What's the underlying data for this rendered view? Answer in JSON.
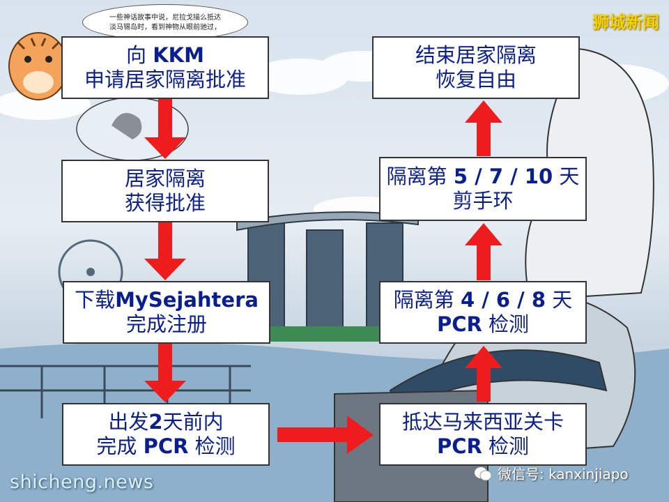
{
  "brand_watermark": "狮城新闻",
  "site_watermark": "shicheng.news",
  "wechat": {
    "label": "微信号: kanxinjiapo",
    "icon": "wechat-icon"
  },
  "speech_bubble": {
    "line1": "一些神话故事中说，尼拉戈描么抵达",
    "line2": "淡马锡岛时，看到神物从眼前驰过，"
  },
  "colors": {
    "arrow": "#ee1c1c",
    "text": "#0a1f8f",
    "brand": "#f5d300"
  },
  "flow": {
    "step1": {
      "line1_pre": "向 ",
      "line1_bold": "KKM",
      "line2": "申请居家隔离批准"
    },
    "step2": {
      "line1": "居家隔离",
      "line2": "获得批准"
    },
    "step3": {
      "line1_pre": "下载",
      "line1_bold": "MySejahtera",
      "line2": "完成注册"
    },
    "step4": {
      "line1_pre": "出发",
      "line1_bold": "2",
      "line1_post": "天前内",
      "line2_pre": "完成 ",
      "line2_bold": "PCR",
      "line2_post": " 检测"
    },
    "step5": {
      "line1": "抵达马来西亚关卡",
      "line2_bold": "PCR",
      "line2_post": " 检测"
    },
    "step6": {
      "line1_pre": "隔离第 ",
      "line1_bold": "4 / 6 / 8",
      "line1_post": " 天",
      "line2_bold": "PCR",
      "line2_post": " 检测"
    },
    "step7": {
      "line1_pre": "隔离第 ",
      "line1_bold": "5 / 7 / 10",
      "line1_post": " 天",
      "line2": "剪手环"
    },
    "step8": {
      "line1": "结束居家隔离",
      "line2": "恢复自由"
    }
  }
}
